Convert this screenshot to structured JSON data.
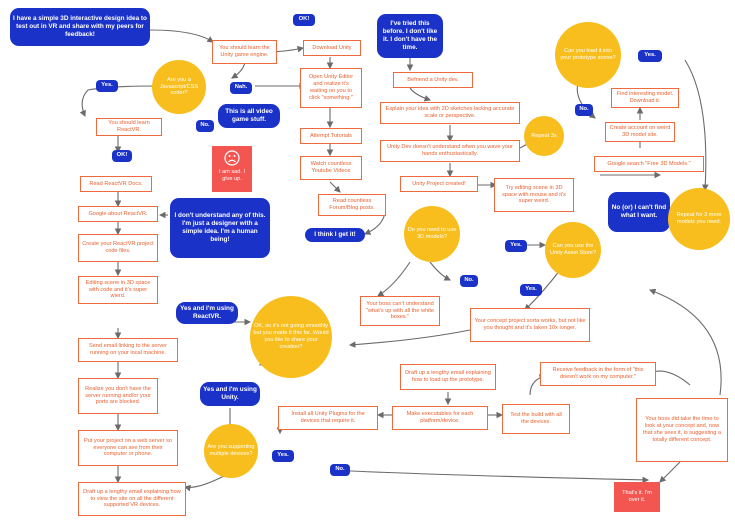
{
  "colors": {
    "orange": "#ee6a3c",
    "blue": "#1b32c9",
    "yellow": "#f8be1d",
    "red": "#f35551",
    "line": "#6b6b6b"
  },
  "icons": {
    "sad_face": "sad-face-icon"
  },
  "nodes": {
    "b_start": "I have a simple 3D interactive design idea to test out in VR and share with my peers for feedback!",
    "o_learn_unity": "You should learn the Unity game engine.",
    "t_ok1": "OK!",
    "o_download": "Download Unity",
    "b_tried": "I've tried this before. I don't like it. I don't have the time.",
    "y_js": "Are you a Javascript/CSS coder?",
    "t_nah": "Nah.",
    "o_open_unity": "Open Unity Editor and realize it's waiting on you to click \"something.\"",
    "o_befriend": "Befriend a Unity dev.",
    "y_load": "Can you load it into your prototype scene?",
    "t_yes_load": "Yes.",
    "t_yes_js": "Yes.",
    "b_video_game": "This is all video game stuff.",
    "t_no1": "No.",
    "o_learn_reactvr": "You should learn ReactVR.",
    "o_explain_sketches": "Explain your idea with 2D sketches lacking accurate scale or perspective.",
    "o_find_model": "Find interesting model. Download it.",
    "t_no_load": "No.",
    "o_attempt": "Attempt Tutorials",
    "y_repeat3": "Repeat 3x",
    "o_create_account": "Create account on weird 3D model site.",
    "t_ok2": "OK!",
    "r_sad": "I am sad. I give up.",
    "o_watch": "Watch countless Youtube Videos",
    "o_unity_dev_doesnt": "Unity Dev doesn't understand when you wave your hands enthusiastically.",
    "o_google_free": "Google search \"Free 3D Models.\"",
    "o_read_reactvr": "Read ReactVR Docs.",
    "o_unity_created": "Unity Project created!",
    "o_try_editing": "Try editing scene in 3D space with mouse and it's super weird.",
    "o_read_forum": "Read countless Forum/Blog posts.",
    "b_cant_find": "No (or) I can't find what I want.",
    "o_google_reactvr": "Google about ReactVR.",
    "b_dont_understand": "I don't understand any of this. I'm just a designer with a simple idea. I'm a human being!",
    "y_repeat_models": "Repeat for 3 more models you need.",
    "y_need_3d": "Do you need to use 3D models?",
    "b_get_it": "I think I get it!",
    "t_yes_models": "Yes.",
    "y_asset_store": "Can you use the Unity Asset Store?",
    "o_create_reactvr": "Create your ReactVR project code files.",
    "t_no_models": "No.",
    "t_yes_store": "Yes.",
    "o_editing_code": "Editing scene in 3D space with code and it's super wierd.",
    "o_boss_cant": "Your boss can't understand \"what's up with all the white boxes.\"",
    "b_using_reactvr": "Yes and I'm using ReactVR.",
    "o_concept_sorta": "Your concept project sorta works, but not like you thought and it's taken 10x longer.",
    "y_ok_share": "OK, so it's not going smoothly but you made it this far. Would you like to share your creation?",
    "o_send_email": "Send email linking to the server running on your local machine.",
    "o_draft_email_load": "Draft up a lengthy email explaining how to load up the prototype.",
    "o_receive_feedback": "Receive feedback in the form of \"this doesn't work on my computer.\"",
    "o_realize_server": "Realize you don't have the server running and/or your ports are blocked.",
    "b_using_unity": "Yes and I'm using Unity.",
    "o_install_plugins": "Install all Unity Plugins for the devices that require it.",
    "o_make_exec": "Make executables for each platform/device.",
    "o_test_build": "Test the build with all the devices.",
    "o_boss_took": "Your boss did take the time to look at your concept and, now that she sees it, is suggesting a totally different concept.",
    "o_put_project": "Put your project on a web server so everyone can see from their computer or phone.",
    "y_multiple": "Are you supporting multiple devices?",
    "t_yes_multi": "Yes.",
    "t_no_multi": "No.",
    "o_draft_email_view": "Draft up a lengthy email explaining how to view the site on all the different supported VR devices.",
    "r_over": "That's it. I'm over it."
  }
}
